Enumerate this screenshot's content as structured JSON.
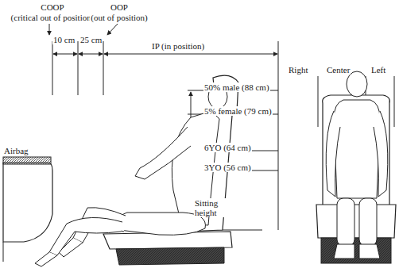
{
  "diagram": {
    "labels": [
      "COOP",
      "(critical out of position)",
      "OOP",
      "(out of position)",
      "10 cm",
      "25 cm",
      "IP (in position)",
      "50% male (88 cm)",
      "5% female (79 cm)",
      "6YO (64 cm)",
      "3YO (56 cm)",
      "Sitting height",
      "Airbag",
      "Right",
      "Center",
      "Left"
    ]
  }
}
